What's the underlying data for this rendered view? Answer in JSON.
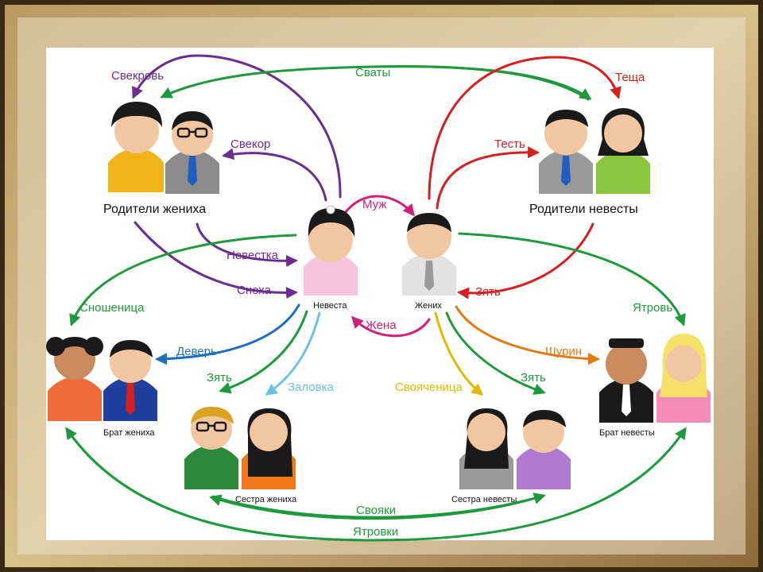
{
  "groups": {
    "groom_parents": "Родители жениха",
    "bride_parents": "Родители невесты",
    "bride": "Невеста",
    "groom": "Жених",
    "groom_brother": "Брат жениха",
    "groom_sister": "Сестра жениха",
    "bride_sister": "Сестра невесты",
    "bride_brother": "Брат невесты"
  },
  "relations": {
    "svekrov": "Свекровь",
    "svaty": "Сваты",
    "tescha": "Теща",
    "svekor": "Свекор",
    "test": "Тесть",
    "muzh": "Муж",
    "nevestka": "Невестка",
    "snokha": "Сноха",
    "zyat_groom_bride_parents": "Зять",
    "snoshenitsa": "Сношеница",
    "yatrov": "Ятровь",
    "zhena": "Жена",
    "dever": "Деверь",
    "shurin": "Шурин",
    "zyat_groom_sister": "Зять",
    "zalovka": "Заловка",
    "svoyachenitsa": "Свояченица",
    "zyat_bride_sister": "Зять",
    "svoyaki": "Свояки",
    "yatrovki": "Ятровки"
  },
  "colors": {
    "purple": "#6a2d8f",
    "green": "#1e9a3c",
    "red": "#d42020",
    "magenta": "#d0207a",
    "blue": "#1f6fbf",
    "light_blue": "#6cc0e6",
    "orange": "#e07a10",
    "yellow": "#e3b800"
  }
}
